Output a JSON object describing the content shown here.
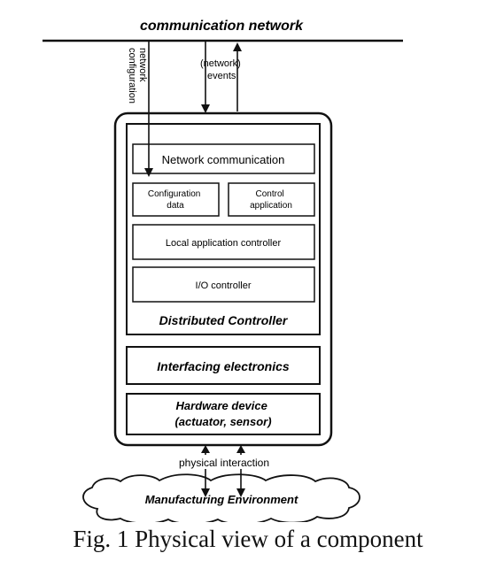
{
  "network_bus": {
    "label": "communication network"
  },
  "signals": {
    "network_configuration": [
      "network",
      "configuration"
    ],
    "network_events": [
      "(network)",
      "events"
    ],
    "physical_interaction": "physical interaction"
  },
  "distributed_controller": {
    "title": "Distributed Controller",
    "network_communication": "Network communication",
    "configuration_data": [
      "Configuration",
      "data"
    ],
    "control_application": [
      "Control",
      "application"
    ],
    "local_application_controller": "Local application controller",
    "io_controller": "I/O controller"
  },
  "interfacing_electronics": {
    "label": "Interfacing electronics"
  },
  "hardware_device": {
    "label": [
      "Hardware device",
      "(actuator, sensor)"
    ]
  },
  "environment": {
    "label": "Manufacturing Environment"
  },
  "caption": "Fig.  1 Physical view of a component"
}
